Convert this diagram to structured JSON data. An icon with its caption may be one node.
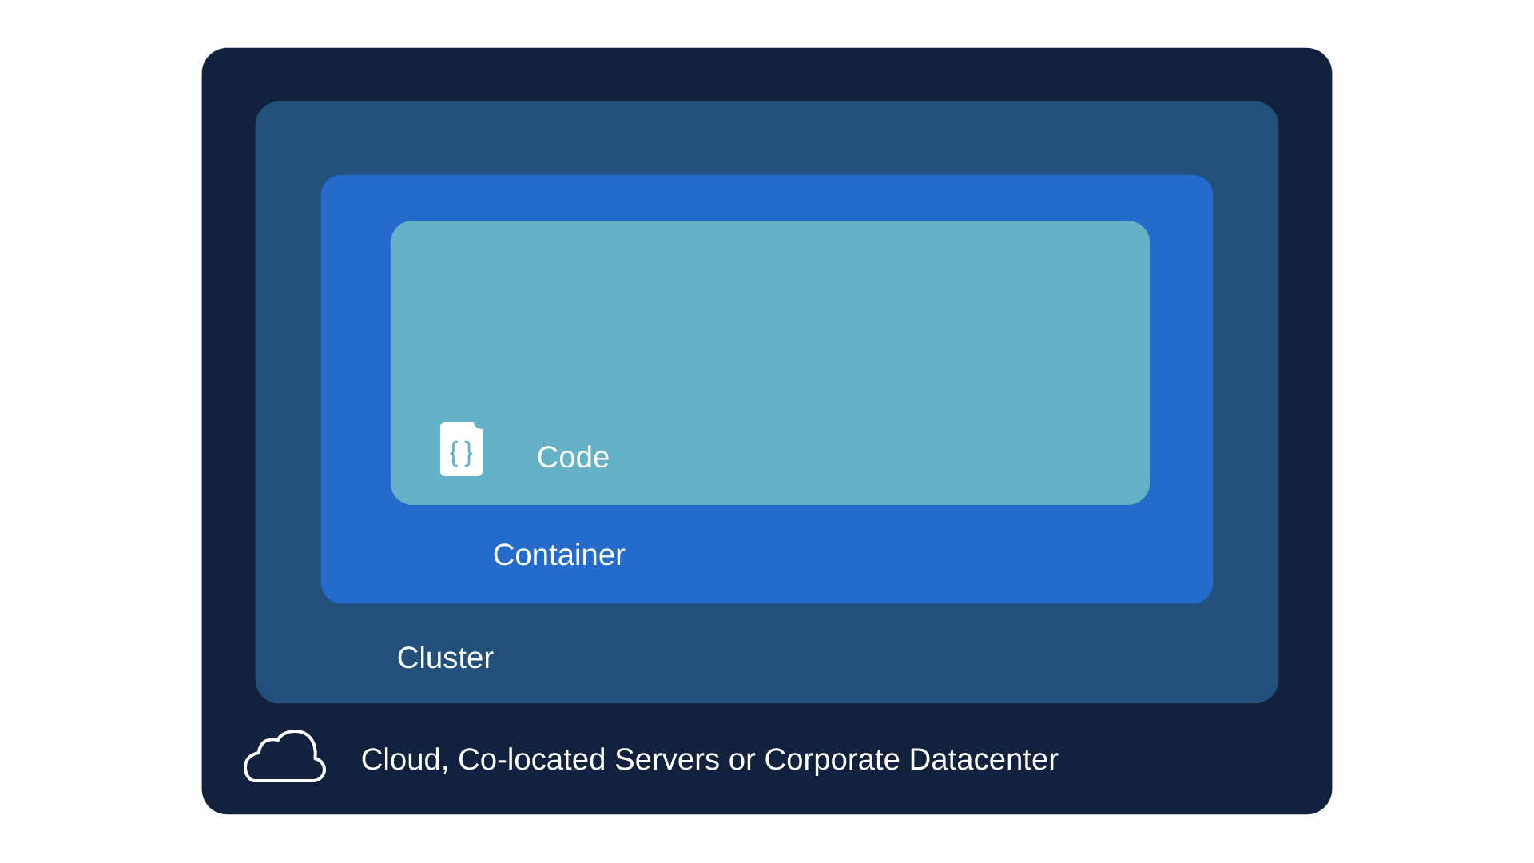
{
  "diagram": {
    "nodes": [
      {
        "text": [
          "Cloud, Co-located Servers or Corporate Datacenter"
        ]
      },
      {
        "text": [
          "Cluster"
        ],
        "in": 0
      },
      {
        "text": [
          "Container"
        ],
        "in": 1
      },
      {
        "text": [
          "Code"
        ],
        "in": 2
      }
    ]
  }
}
